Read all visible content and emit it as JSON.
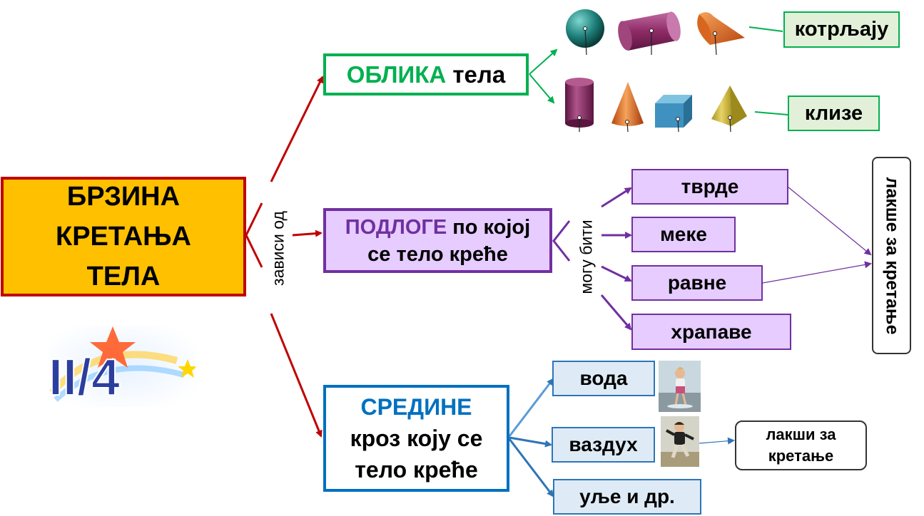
{
  "main": {
    "line1": "БРЗИНА",
    "line2": "КРЕТАЊА",
    "line3": "ТЕЛА"
  },
  "connector_label": "зависи од",
  "oblika": {
    "highlight": "ОБЛИКА",
    "rest": "тела"
  },
  "podloge": {
    "highlight": "ПОДЛОГЕ",
    "rest1": "по којој",
    "line2": "се тело креће"
  },
  "sredine": {
    "highlight": "СРЕДИНЕ",
    "line2": "кроз коју се",
    "line3": "тело креће"
  },
  "shape_outcomes": {
    "roll": "котрљају",
    "slide": "клизе"
  },
  "surface_label": "могу бити",
  "surfaces": [
    "тврде",
    "меке",
    "равне",
    "храпаве"
  ],
  "surface_result": "лакше за кретање",
  "media": [
    "вода",
    "ваздух",
    "уље и др."
  ],
  "media_result": {
    "line1": "лакши за",
    "line2": "кретање"
  },
  "badge": {
    "text": "II/4"
  },
  "colors": {
    "red": "#c00000",
    "green": "#00b050",
    "purple": "#7030a0",
    "blue": "#0070c0",
    "orange": "#ffc000"
  },
  "icons": [
    "sphere-icon",
    "cylinder-icon",
    "cone-icon",
    "cube-icon",
    "pyramid-icon",
    "child-photo",
    "star-logo"
  ]
}
